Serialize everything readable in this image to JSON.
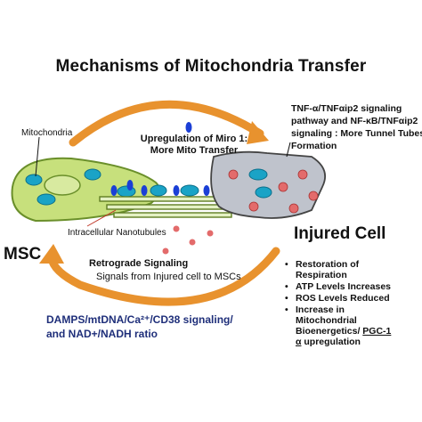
{
  "title": "Mechanisms of Mitochondria Transfer",
  "labels": {
    "mitochondria": "Mitochondria",
    "nanotubules": "Intracellular Nanotubules",
    "msc": "MSC",
    "injured_cell": "Injured Cell",
    "miro_line1": "Upregulation of Miro 1:",
    "miro_line2": "More Mito Transfer",
    "tnf_line1": "TNF-α/TNFαip2  signaling",
    "tnf_line2": "pathway and NF-κB/TNFαip2",
    "tnf_line3": "signaling : More Tunnel Tubes",
    "tnf_line4": "Formation",
    "retrograde": "Retrograde Signaling",
    "signals": "Signals from Injured cell to MSCs",
    "damps_line1": "DAMPS/mtDNA/Ca²⁺/CD38 signaling/",
    "damps_line2": "and NAD+/NADH ratio"
  },
  "outcomes": {
    "b1_line1": "Restoration of",
    "b1_line2": "Respiration",
    "b2": "ATP  Levels Increases",
    "b3": "ROS Levels Reduced",
    "b4_line1": "Increase in",
    "b4_line2": "Mitochondrial",
    "b4_line3a": "Bioenergetics/ ",
    "b4_line3b": "PGC-1",
    "b4_line4a": "α",
    "b4_line4b": " upregulation"
  },
  "colors": {
    "arrow": "#e8922e",
    "msc_cell": "#c7e07c",
    "msc_outline": "#6a8f2a",
    "mito_fill": "#1aa3c6",
    "injured_cell": "#bfc3cc",
    "damaged_mito": "#e36b6b",
    "miro_blue": "#1b3fd6",
    "tube": "#cfe6a6",
    "text_blue": "#1f2f7a"
  }
}
